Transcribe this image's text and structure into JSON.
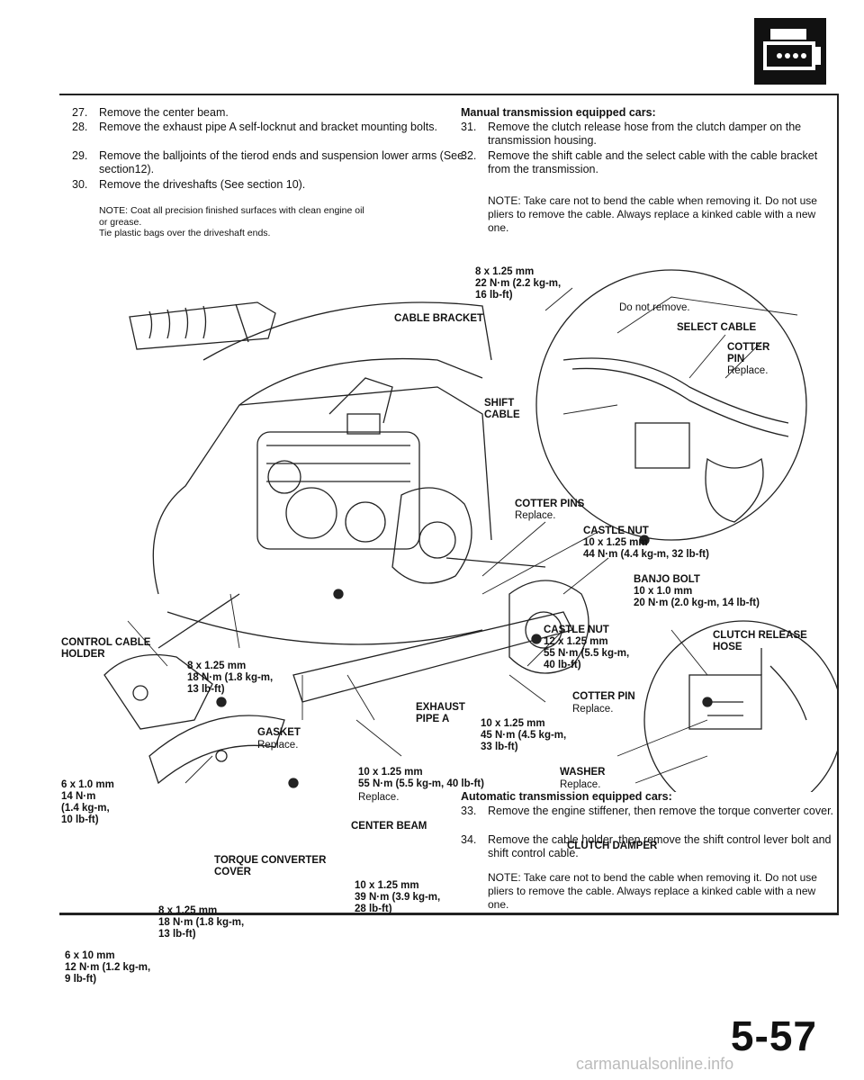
{
  "page_number": "5-57",
  "watermark": "carmanualsonline.info",
  "left_steps": [
    {
      "num": "27.",
      "text": "Remove the center beam."
    },
    {
      "num": "28.",
      "text": "Remove the exhaust pipe A self-locknut and bracket mounting bolts."
    },
    {
      "num": "29.",
      "text": "Remove the balljoints of the tierod ends and suspension lower arms (See section12)."
    },
    {
      "num": "30.",
      "text": "Remove the driveshafts (See section 10)."
    }
  ],
  "left_note": {
    "line1": "NOTE: Coat all precision finished surfaces with clean engine oil or grease.",
    "line2": "Tie plastic bags over the driveshaft ends."
  },
  "manual": {
    "heading": "Manual transmission equipped cars:",
    "steps": [
      {
        "num": "31.",
        "text": "Remove the clutch release hose from the clutch damper on the transmission housing."
      },
      {
        "num": "32.",
        "text": "Remove the shift cable and the select cable with the cable bracket from the transmission."
      }
    ],
    "note": "NOTE: Take care not to bend the cable when removing it. Do not use pliers to remove the cable. Always replace a kinked cable with a new one."
  },
  "automatic": {
    "heading": "Automatic transmission equipped cars:",
    "steps": [
      {
        "num": "33.",
        "text": "Remove the engine stiffener, then remove the torque converter cover."
      },
      {
        "num": "34.",
        "text": "Remove the cable holder, then remove the shift control lever bolt and shift control cable."
      }
    ],
    "note": "NOTE: Take care not to bend the cable when removing it. Do not use pliers to remove the cable. Always replace a kinked cable with a new one."
  },
  "callouts": {
    "bracket_bolt": "8 x 1.25 mm\n22 N·m (2.2 kg-m,\n16 lb-ft)",
    "do_not_remove": "Do not remove.",
    "cable_bracket": "CABLE BRACKET",
    "select_cable": "SELECT CABLE",
    "cotter_pin_title": "COTTER\nPIN",
    "replace": "Replace.",
    "shift_cable": "SHIFT\nCABLE",
    "cotter_pins": "COTTER PINS",
    "castle_nut_upper": "CASTLE NUT\n10 x 1.25 mm\n44 N·m (4.4 kg-m, 32 lb-ft)",
    "banjo_bolt": "BANJO BOLT\n10 x 1.0 mm\n20 N·m (2.0 kg-m, 14 lb-ft)",
    "castle_nut_lower": "CASTLE NUT\n12 x 1.25 mm\n55 N·m (5.5 kg-m,\n40 lb-ft)",
    "clutch_release_hose": "CLUTCH RELEASE\nHOSE",
    "control_cable_holder": "CONTROL CABLE\nHOLDER",
    "holder_bolt": "8 x 1.25 mm\n18 N·m (1.8 kg-m,\n13 lb-ft)",
    "cotter_pin": "COTTER PIN",
    "exhaust_pipe": "EXHAUST\nPIPE A",
    "exhaust_nut": "10 x 1.25 mm\n45 N·m (4.5 kg-m,\n33 lb-ft)",
    "gasket": "GASKET",
    "beam_bolt": "10 x 1.25 mm\n55 N·m (5.5 kg-m, 40 lb-ft)",
    "washer": "WASHER",
    "lever_bolt": "6 x 1.0 mm\n14 N·m\n(1.4 kg-m,\n10 lb-ft)",
    "center_beam": "CENTER BEAM",
    "clutch_damper": "CLUTCH DAMPER",
    "torque_converter_cover": "TORQUE CONVERTER\nCOVER",
    "converter_bolt": "10 x 1.25 mm\n39 N·m (3.9 kg-m,\n28 lb-ft)",
    "cover_bolt": "8 x 1.25 mm\n18 N·m (1.8 kg-m,\n13 lb-ft)",
    "cover_small_bolt": "6 x 10 mm\n12 N·m (1.2 kg-m,\n9 lb-ft)"
  }
}
